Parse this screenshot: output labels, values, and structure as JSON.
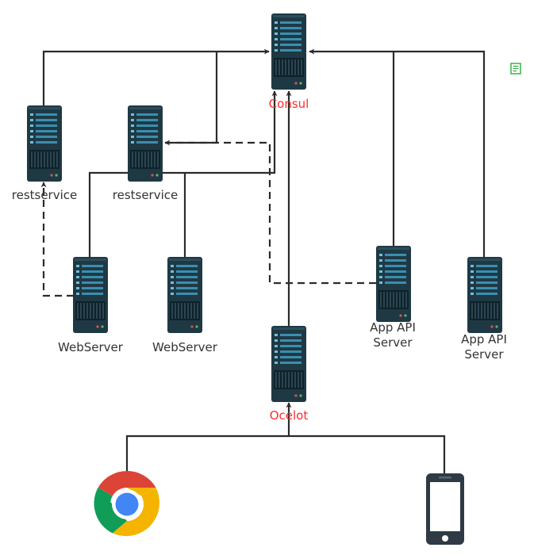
{
  "nodes": {
    "consul": {
      "label": "Consul"
    },
    "restservice_left": {
      "label": "restservice"
    },
    "restservice_mid": {
      "label": "restservice"
    },
    "webserver_left": {
      "label": "WebServer"
    },
    "webserver_mid": {
      "label": "WebServer"
    },
    "ocelot": {
      "label": "Ocelot"
    },
    "app_api_server_left": {
      "label_line1": "App API",
      "label_line2": "Server"
    },
    "app_api_server_right": {
      "label_line1": "App API",
      "label_line2": "Server"
    }
  },
  "colors": {
    "server_body": "#1f3944",
    "server_stripe": "#3a8fb0",
    "line": "#2b2b2b",
    "label_dark": "#333333",
    "label_red": "#ff2a2a",
    "edit_icon": "#2eaa3f",
    "chrome_red": "#db4437",
    "chrome_green": "#0f9d58",
    "chrome_yellow": "#f4b400",
    "chrome_blue": "#4285f4",
    "phone": "#2f3a44"
  },
  "icons": {
    "server": "server-icon",
    "browser": "chrome-icon",
    "phone": "smartphone-icon",
    "edit": "edit-icon"
  }
}
